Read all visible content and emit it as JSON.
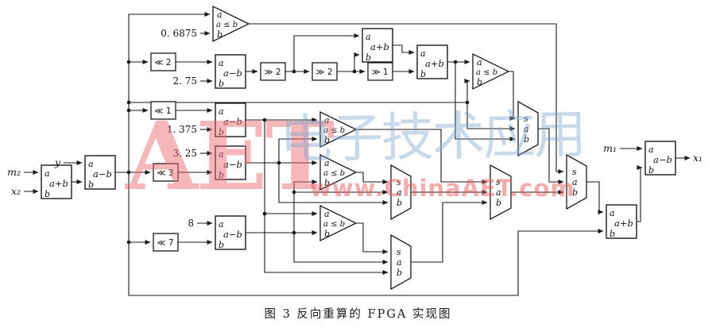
{
  "caption": "图 3  反向重算的 FPGA 实现图",
  "watermark": {
    "brand": "AET",
    "calligraphy": "电子技术应用",
    "site": "www.ChinaAET.com"
  },
  "ports": {
    "a": "a",
    "b": "b",
    "s": "s"
  },
  "ops": {
    "sub": "a−b",
    "add": "a+b",
    "cmp": "a ≤ b"
  },
  "shifters": {
    "shl2": "≪ 2",
    "shl1": "≪ 1",
    "shl3": "≪ 3",
    "shl7": "≪ 7",
    "shr2": "≫ 2",
    "shr1": "≫ 1"
  },
  "constants": {
    "k06875": "0. 6875",
    "k275": "2. 75",
    "k1375": "1. 375",
    "k325": "3. 25",
    "k8": "8"
  },
  "io": {
    "m2": "m₂",
    "x2": "x₂",
    "y": "y",
    "m1": "m₁",
    "x1": "x₁"
  }
}
